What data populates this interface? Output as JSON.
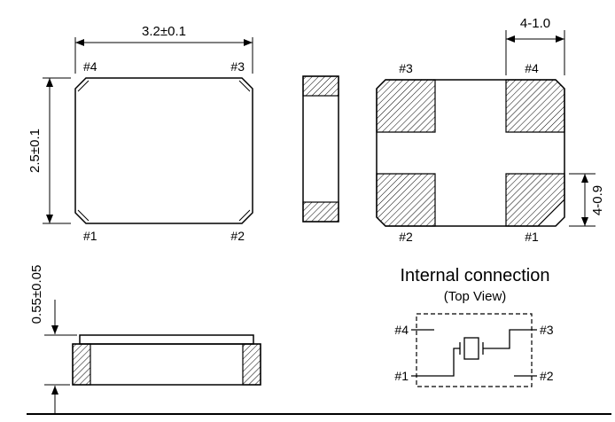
{
  "page": {
    "background": "#ffffff",
    "line_color": "#000000"
  },
  "top_view": {
    "dim_width": "3.2±0.1",
    "dim_height": "2.5±0.1",
    "pin_top_left": "#4",
    "pin_top_right": "#3",
    "pin_bottom_left": "#1",
    "pin_bottom_right": "#2"
  },
  "bottom_view": {
    "dim_pad_width": "4-1.0",
    "dim_pad_height": "4-0.9",
    "pin_top_left": "#3",
    "pin_top_right": "#4",
    "pin_bottom_left": "#2",
    "pin_bottom_right": "#1"
  },
  "front_view": {
    "dim_height": "0.55±0.05"
  },
  "internal_connection": {
    "title": "Internal connection",
    "subtitle": "(Top View)",
    "pin_top_left": "#4",
    "pin_top_right": "#3",
    "pin_bottom_left": "#1",
    "pin_bottom_right": "#2"
  }
}
